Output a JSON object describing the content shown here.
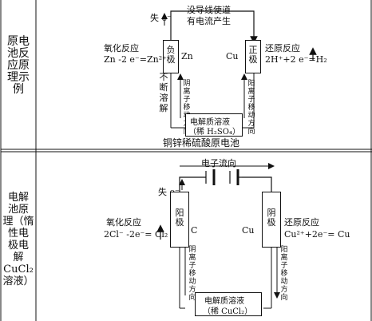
{
  "sections": [
    {
      "label": "原电池反应原理示例",
      "label_lines": [
        "原电",
        "池反",
        "应原",
        "理示",
        "例"
      ],
      "wire_label_1": "没导线使道",
      "wire_label_2": "有电流产生",
      "electron_label": "失 e⁻",
      "left_electrode": "负极",
      "left_electrode_name": "Zn",
      "right_electrode": "正极",
      "right_electrode_name": "Cu",
      "left_reaction_title": "氧化反应",
      "left_reaction": "Zn -2 e⁻=Zn²⁺",
      "right_reaction_title": "还原反应",
      "right_reaction": "2H⁺+2 e⁻=H₂",
      "dissolve_note": "不断溶解",
      "anion_note": "阴离子移动方向",
      "cation_note": "阳离子移动方向",
      "solution": "电解质溶液",
      "solution_sub": "（稀 H₂SO₄）",
      "caption": "铜锌稀硫酸原电池"
    },
    {
      "label": "电解池原理（惰性电极电解CuCl₂溶液）",
      "label_lines": [
        "电解",
        "池原",
        "理（惰",
        "性电",
        "极电",
        "解",
        "CuCl₂",
        "溶液）"
      ],
      "current_label": "电子流向",
      "electron_label": "失 e⁻",
      "left_electrode": "阳极",
      "left_electrode_name": "C",
      "right_electrode": "阴极",
      "right_electrode_name": "Cu",
      "left_reaction_title": "氧化反应",
      "left_reaction": "2Cl⁻ -2e⁻= Cl₂",
      "right_reaction_title": "还原反应",
      "right_reaction": "Cu²⁺+2e⁻= Cu",
      "anion_note": "阴离子移动方向",
      "cation_note": "阳离子移动方向",
      "solution": "电解质溶液",
      "solution_sub": "（稀 CuCl₂）"
    }
  ]
}
